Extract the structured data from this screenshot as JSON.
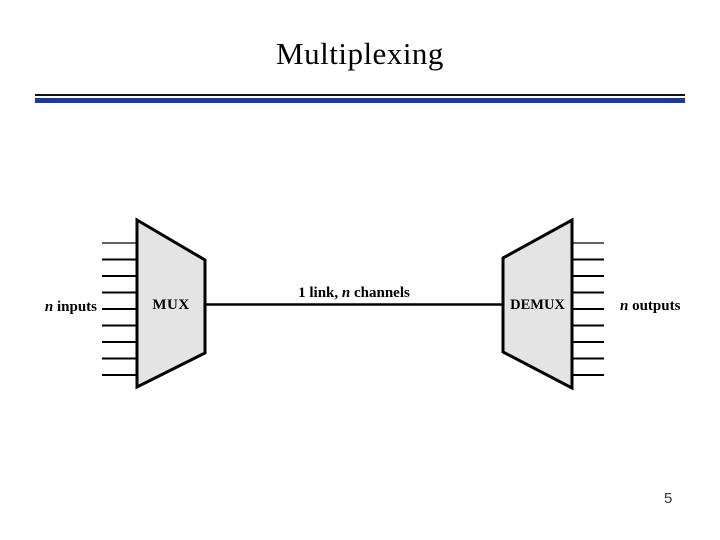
{
  "slide": {
    "title": "Multiplexing",
    "page_number": "5"
  },
  "colors": {
    "rule_top": "#111111",
    "rule_bottom": "#1b3a97",
    "shape_fill": "#e4e4e4",
    "shape_stroke": "#000000"
  },
  "diagram": {
    "mux_label": "MUX",
    "demux_label": "DEMUX",
    "link_label": {
      "prefix": "1 link,",
      "var": "n",
      "suffix": "channels"
    },
    "inputs_label": {
      "var": "n",
      "text": "inputs"
    },
    "outputs_label": {
      "var": "n",
      "text": "outputs"
    },
    "input_line_count": 9,
    "output_line_count": 9
  }
}
